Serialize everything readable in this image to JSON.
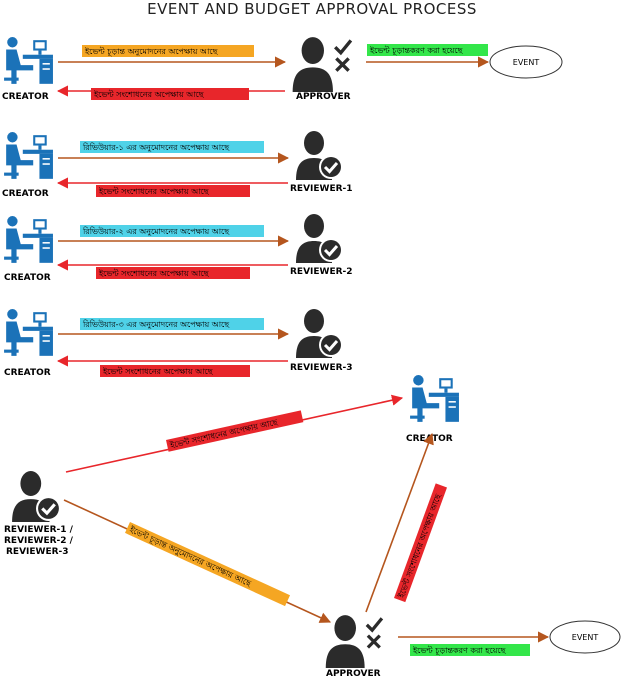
{
  "title": "EVENT AND BUDGET APPROVAL PROCESS",
  "colors": {
    "forward_arrow": "#b5561e",
    "back_arrow": "#e8262b",
    "actor_blue": "#1b72b8",
    "person_dark": "#2b2b2b",
    "tag_orange": "#f5a623",
    "tag_red": "#e8262b",
    "tag_cyan": "#4fd2e8",
    "tag_green": "#33e64a"
  },
  "rows": [
    {
      "left_label": "CREATOR",
      "right_label": "APPROVER",
      "right_icon": "approver-icon",
      "forward_text": "ইভেন্ট চূড়ান্ত অনুমোদনের অপেক্ষায় আছে",
      "back_text": "ইভেন্ট সংশোধনের অপেক্ষায় আছে",
      "final_text": "ইভেন্ট চূড়ান্তকরণ করা হয়েছে",
      "final_node": "EVENT"
    },
    {
      "left_label": "CREATOR",
      "right_label": "REVIEWER-1",
      "right_icon": "reviewer-icon",
      "forward_text": "রিভিউয়ার-১ এর অনুমোদনের অপেক্ষায় আছে",
      "back_text": "ইভেন্ট সংশোধনের অপেক্ষায় আছে"
    },
    {
      "left_label": "CREATOR",
      "right_label": "REVIEWER-2",
      "right_icon": "reviewer-icon",
      "forward_text": "রিভিউয়ার-২ এর অনুমোদনের অপেক্ষায় আছে",
      "back_text": "ইভেন্ট সংশোধনের অপেক্ষায় আছে"
    },
    {
      "left_label": "CREATOR",
      "right_label": "REVIEWER-3",
      "right_icon": "reviewer-icon",
      "forward_text": "রিভিউয়ার-৩ এর অনুমোদনের অপেক্ষায় আছে",
      "back_text": "ইভেন্ট সংশোধনের অপেক্ষায় আছে"
    }
  ],
  "bottom": {
    "reviewer_label": [
      "REVIEWER-1 /",
      "REVIEWER-2 /",
      "REVIEWER-3"
    ],
    "creator_label": "CREATOR",
    "approver_label": "APPROVER",
    "event_label": "EVENT",
    "reviewer_to_creator": "ইভেন্ট সংশোধনের অপেক্ষায় আছে",
    "reviewer_to_approver": "ইভেন্ট চূড়ান্ত অনুমোদনের অপেক্ষায় আছে",
    "approver_to_creator": "ইভেন্ট সংশোধনের অপেক্ষায় আছে",
    "approver_to_event": "ইভেন্ট চূড়ান্তকরণ করা হয়েছে"
  }
}
